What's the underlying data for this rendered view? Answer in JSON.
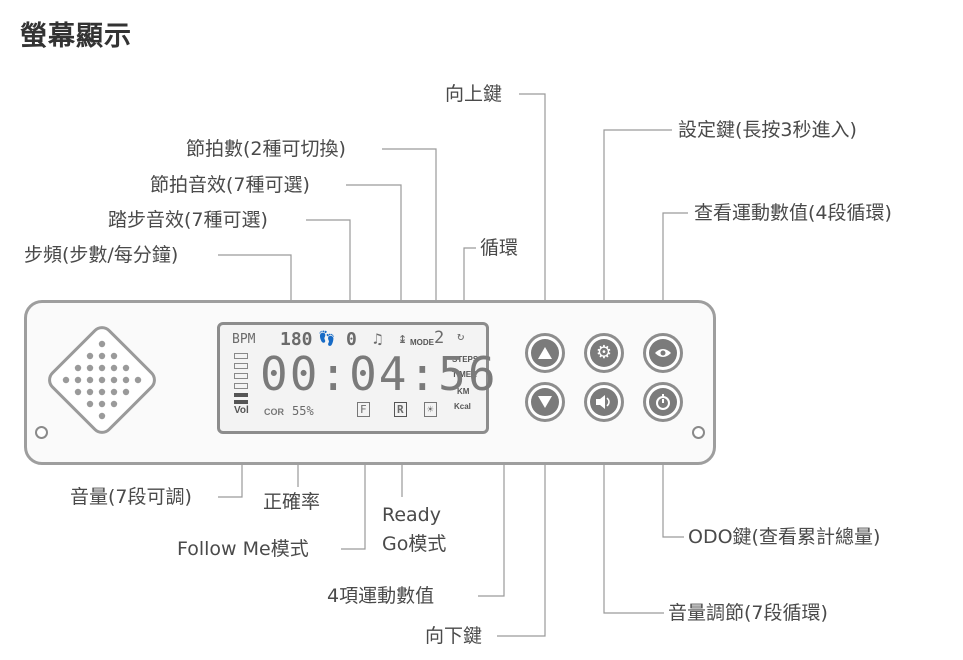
{
  "title": "螢幕顯示",
  "labels": {
    "up_key": "向上鍵",
    "settings_key": "設定鍵(長按3秒進入)",
    "metronome_bpm": "節拍數(2種可切換)",
    "view_data": "查看運動數值(4段循環)",
    "metronome_sound": "節拍音效(7種可選)",
    "step_sound": "踏步音效(7種可選)",
    "loop": "循環",
    "cadence": "步頻(步數/每分鐘)",
    "volume": "音量(7段可調)",
    "accuracy": "正確率",
    "ready_line1": "Ready",
    "ready_line2": "Go模式",
    "follow_me": "Follow Me模式",
    "odo_key": "ODO鍵(查看累計總量)",
    "four_values": "4項運動數值",
    "volume_key": "音量調節(7段循環)",
    "down_key": "向下鍵"
  },
  "lcd": {
    "bpm_label": "BPM",
    "bpm_value": "180",
    "step_digit": "0",
    "mode_label": "MODE",
    "mode_value": "2",
    "time": "00:04:56",
    "steps": "STEPS",
    "timer": "TIMER",
    "km": "KM",
    "kcal": "Kcal",
    "vol": "Vol",
    "cor": "COR",
    "percent": "55%",
    "f_box": "F",
    "r_box": "R"
  },
  "colors": {
    "line": "#9a9a9a",
    "text": "#4a4a4a",
    "button": "#7b7b7b"
  },
  "icons": [
    "speaker-grille-icon",
    "triangle-up-icon",
    "gear-icon",
    "eye-icon",
    "triangle-down-icon",
    "speaker-icon",
    "odo-timer-icon",
    "footprints-icon",
    "music-note-icon",
    "metronome-icon",
    "sun-icon"
  ]
}
